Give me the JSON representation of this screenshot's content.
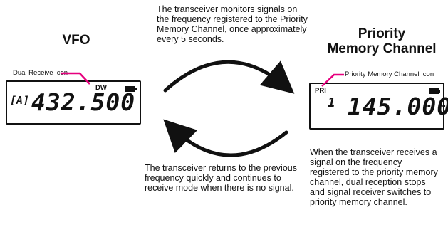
{
  "top_note": "The transceiver monitors signals on the frequency registered to the Priority Memory Channel, once approximately every 5 seconds.",
  "vfo": {
    "title": "VFO",
    "icon_callout": "Dual Receive Icon",
    "badge": "DW",
    "display_prefix": "[A]",
    "display_frequency": "432.500"
  },
  "priority": {
    "title_line1": "Priority",
    "title_line2": "Memory Channel",
    "icon_callout": "Priority Memory Channel Icon",
    "badge": "PRI",
    "display_channel": "1",
    "display_frequency": "145.000"
  },
  "bottom_left_note": "The transceiver returns to the previous frequency quickly and continues to receive mode when there is no signal.",
  "bottom_right_note": "When the transceiver receives a signal on the frequency registered to the priority memory channel, dual reception stops and signal receiver switches to priority memory channel.",
  "colors": {
    "callout": "#e6007e",
    "ink": "#111111"
  }
}
